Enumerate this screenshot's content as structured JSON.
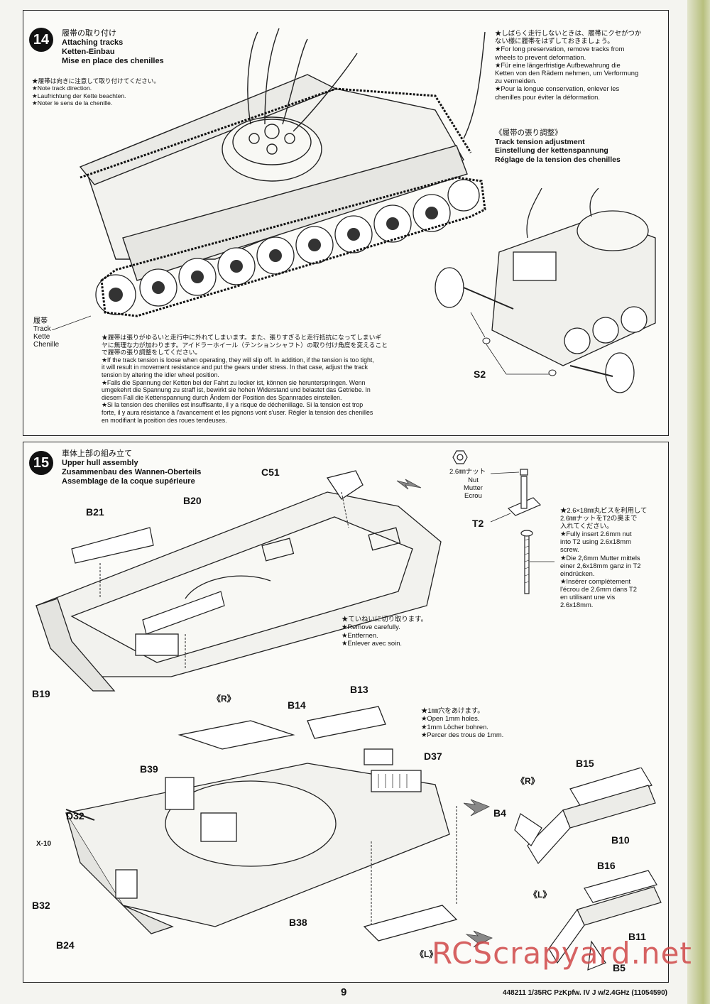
{
  "step14": {
    "number": "14",
    "title": [
      "履帯の取り付け",
      "Attaching tracks",
      "Ketten-Einbau",
      "Mise en place des chenilles"
    ],
    "direction_note": [
      "★履帯は向きに注意して取り付けてください。",
      "★Note track direction.",
      "★Laufrichtung der Kette beachten.",
      "★Noter le sens de la chenille."
    ],
    "storage_note": [
      "★しばらく走行しないときは、履帯にクセがつか",
      "ない様に履帯をはずしておきましょう。",
      "★For long preservation, remove tracks from",
      "wheels to prevent deformation.",
      "★Für eine längerfristige Aufbewahrung die",
      "Ketten von den Rädern nehmen, um Verformung",
      "zu vermeiden.",
      "★Pour la longue conservation, enlever les",
      "chenilles pour éviter la déformation."
    ],
    "tension_title": [
      "《履帯の張り調整》",
      "Track tension adjustment",
      "Einstellung der kettenspannung",
      "Réglage de la tension des chenilles"
    ],
    "track_label": [
      "履帯",
      "Track",
      "Kette",
      "Chenille"
    ],
    "tension_note": [
      "★履帯は張りがゆるいと走行中に外れてしまいます。また、張りすぎると走行抵抗になってしまいギ",
      "ヤに無理な力が加わります。アイドラーホイール（テンションシャフト）の取り付け角度を変えること",
      "で履帯の張り調整をしてください。",
      "★If the track tension is loose when operating, they will slip off. In addition, if the tension is too tight,",
      "it will result in movement resistance and put the gears under stress. In that case, adjust the track",
      "tension by altering the idler wheel position.",
      "★Falls die Spannung der Ketten bei der Fahrt zu locker ist, können sie herunterspringen. Wenn",
      "umgekehrt die Spannung zu straff ist, bewirkt sie hohen Widerstand und belastet das Getriebe. In",
      "diesem Fall die Kettenspannung durch Ändern der Position des Spannrades einstellen.",
      "★Si la tension des chenilles est insuffisante, il y a risque de déchenillage. Si la tension est trop",
      "forte, il y aura résistance à l'avancement et les pignons vont s'user. Régler la tension des chenilles",
      "en modifiant la position des roues tendeuses."
    ],
    "part_s2": "S2"
  },
  "step15": {
    "number": "15",
    "title": [
      "車体上部の組み立て",
      "Upper hull assembly",
      "Zusammenbau des Wannen-Oberteils",
      "Assemblage de la coque supérieure"
    ],
    "nut_label": "2.6㎜ナット",
    "nut_names": [
      "Nut",
      "Mutter",
      "Ecrou"
    ],
    "screw_note": [
      "★2.6×18㎜丸ビスを利用して",
      "2.6㎜ナットをT2の奥まで",
      "入れてください。",
      "★Fully insert 2.6mm nut",
      "into T2 using 2.6x18mm",
      "screw.",
      "★Die 2,6mm Mutter mittels",
      "einer 2,6x18mm ganz in T2",
      "eindrücken.",
      "★Insérer complètement",
      "l'écrou de 2.6mm dans T2",
      "en utilisant une vis",
      "2.6x18mm."
    ],
    "remove_note": [
      "★ていねいに切り取ります。",
      "★Remove carefully.",
      "★Entfernen.",
      "★Enlever avec soin."
    ],
    "hole_note": [
      "★1㎜穴をあけます。",
      "★Open 1mm holes.",
      "★1mm Löcher bohren.",
      "★Percer des trous de 1mm."
    ],
    "parts": {
      "c51": "C51",
      "b20": "B20",
      "b21": "B21",
      "b19": "B19",
      "t2": "T2",
      "b13": "B13",
      "b14": "B14",
      "d37": "D37",
      "b39": "B39",
      "d32": "D32",
      "x10": "X-10",
      "b32": "B32",
      "b24": "B24",
      "b38": "B38",
      "b15": "B15",
      "b4": "B4",
      "b10": "B10",
      "b16": "B16",
      "b11": "B11",
      "b5": "B5",
      "r1": "《R》",
      "r2": "《R》",
      "l1": "《L》",
      "l2": "《L》"
    }
  },
  "footer": {
    "page_number": "9",
    "code": "448211  1/35RC PzKpfw. IV J w/2.4GHz (11054590)"
  },
  "watermark": "RCScrapyard.net"
}
